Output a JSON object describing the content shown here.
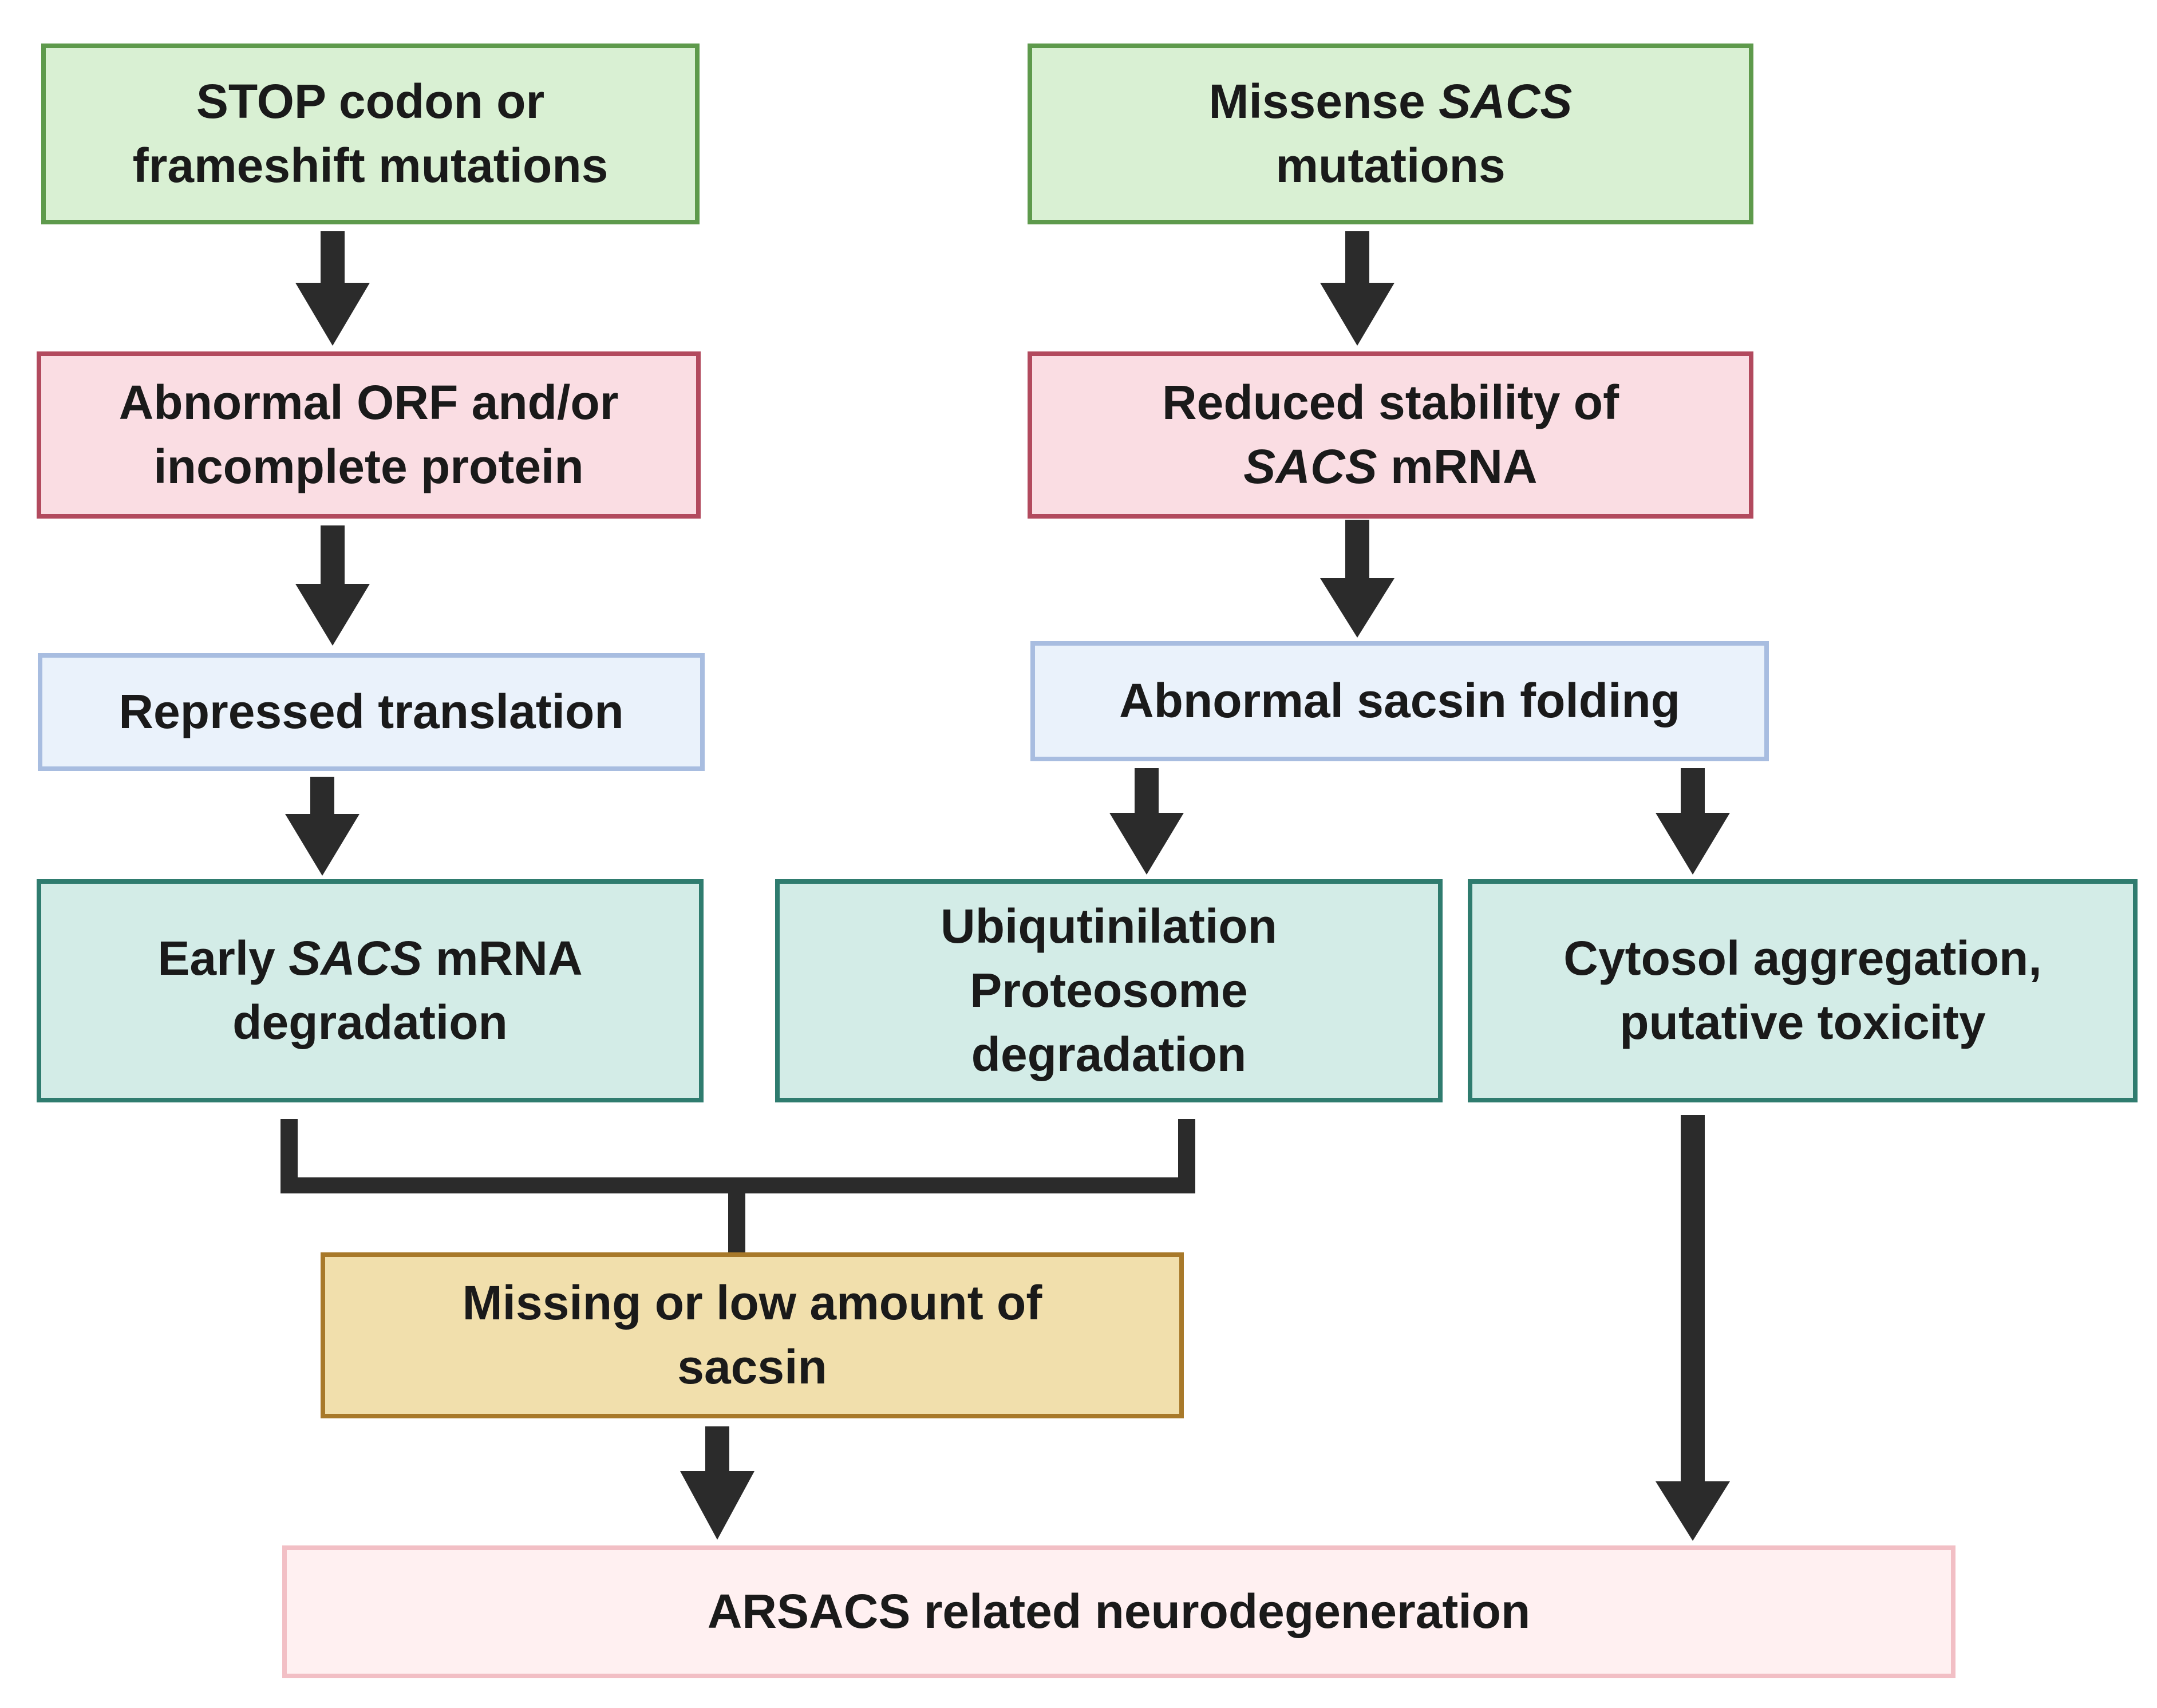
{
  "boxes": {
    "stop": {
      "lines": [
        [
          "STOP codon or"
        ],
        [
          "frameshift mutations"
        ]
      ]
    },
    "missense": {
      "lines": [
        [
          "Missense ",
          "SACS"
        ],
        [
          "mutations"
        ]
      ]
    },
    "abn_orf": {
      "lines": [
        [
          "Abnormal ORF and/or"
        ],
        [
          "incomplete protein"
        ]
      ]
    },
    "reduced": {
      "lines": [
        [
          "Reduced stability of"
        ],
        [
          "",
          "SACS",
          " mRNA"
        ]
      ]
    },
    "repressed": {
      "lines": [
        [
          "Repressed translation"
        ]
      ]
    },
    "folding": {
      "lines": [
        [
          "Abnormal sacsin folding"
        ]
      ]
    },
    "early": {
      "lines": [
        [
          "Early ",
          "SACS",
          " mRNA"
        ],
        [
          "degradation"
        ]
      ]
    },
    "ubiq": {
      "lines": [
        [
          "Ubiqutinilation"
        ],
        [
          "Proteosome"
        ],
        [
          "degradation"
        ]
      ]
    },
    "cytosol": {
      "lines": [
        [
          "Cytosol aggregation,"
        ],
        [
          "putative toxicity"
        ]
      ]
    },
    "missing": {
      "lines": [
        [
          "Missing or low amount of"
        ],
        [
          "sacsin"
        ]
      ]
    },
    "arsacs": {
      "lines": [
        [
          "ARSACS related neurodegeneration"
        ]
      ]
    }
  },
  "colors": {
    "arrow": "#2b2b2b",
    "mutation_fill": "#d9f0d3",
    "transcript_fill": "#fadde3",
    "process_fill": "#eaf2fb",
    "outcome_fill": "#d3ece7",
    "sacsin_fill": "#f1dfac",
    "disease_fill": "#fff0f1"
  },
  "connections": [
    {
      "from": "stop",
      "to": "abn_orf"
    },
    {
      "from": "abn_orf",
      "to": "repressed"
    },
    {
      "from": "repressed",
      "to": "early"
    },
    {
      "from": "missense",
      "to": "reduced"
    },
    {
      "from": "reduced",
      "to": "folding"
    },
    {
      "from": "folding",
      "to": "ubiq"
    },
    {
      "from": "folding",
      "to": "cytosol"
    },
    {
      "from": "early",
      "to": "missing"
    },
    {
      "from": "ubiq",
      "to": "missing"
    },
    {
      "from": "missing",
      "to": "arsacs"
    },
    {
      "from": "cytosol",
      "to": "arsacs"
    }
  ]
}
